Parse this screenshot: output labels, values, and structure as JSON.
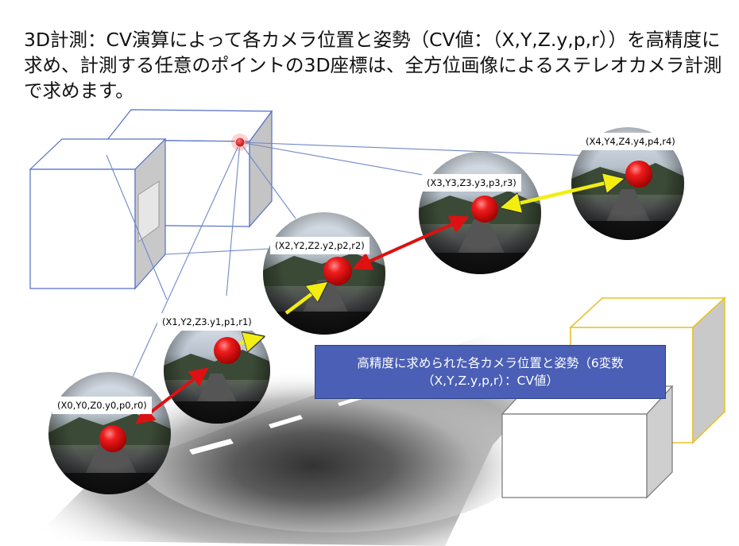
{
  "title": "3D計測：CV演算によって各カメラ位置と姿勢（CV値：（X,Y,Z.y,p,r））を高精度に求め、計測する任意のポイントの3D座標は、全方位画像によるステレオカメラ計測で求めます。",
  "cameras": [
    {
      "id": "c0",
      "label": "(X0,Y0,Z0.y0,p0,r0)"
    },
    {
      "id": "c1",
      "label": "(X1,Y2,Z3.y1,p1,r1)"
    },
    {
      "id": "c2",
      "label": "(X2,Y2,Z2.y2,p2,r2)"
    },
    {
      "id": "c3",
      "label": "(X3,Y3,Z3.y3,p3,r3)"
    },
    {
      "id": "c4",
      "label": "(X4,Y4,Z4.y4,p4,r4)"
    }
  ],
  "cv_box": {
    "line1": "高精度に求められた各カメラ位置と姿勢（6変数",
    "line2": "（X,Y,Z.y,p,r）：CV値）"
  },
  "colors": {
    "box_fill": "#4a5fb5",
    "sight_lines": "#6f88c8",
    "marker": "#e01010",
    "red_arrow": "#dd1111",
    "yellow_arrow": "#f2ee12",
    "gold_box": "#e8c22c"
  }
}
